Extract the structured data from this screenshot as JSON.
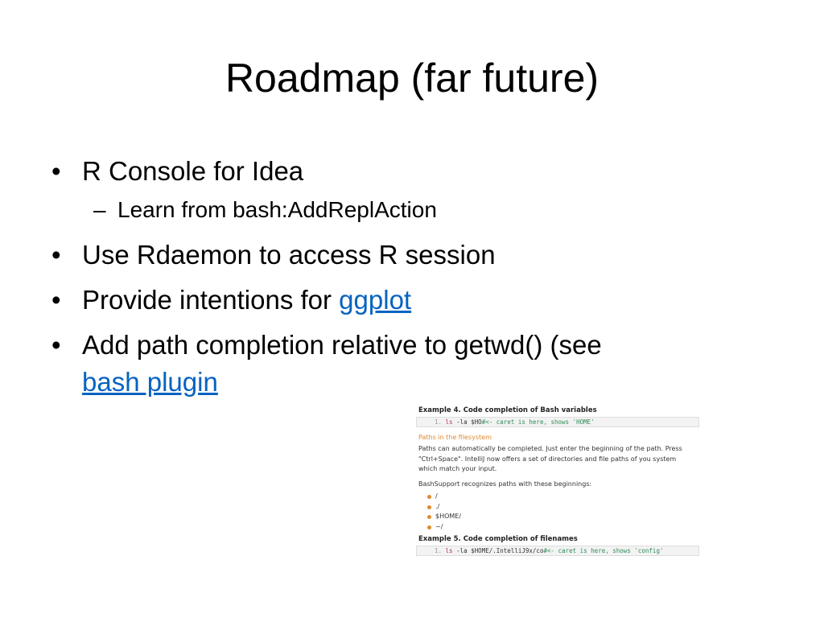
{
  "slide": {
    "title": "Roadmap (far future)",
    "bullet_glyph": "•",
    "sub_glyph": "–",
    "bullets": [
      {
        "text": "R Console for Idea",
        "sub": "Learn from bash:AddReplAction"
      },
      {
        "text": "Use Rdaemon to access R session"
      },
      {
        "text": "Provide intentions for ",
        "link": "ggplot"
      },
      {
        "text": "Add path completion relative to getwd() (see",
        "link": "bash plugin"
      }
    ],
    "link_color": "#0563c1"
  },
  "screenshot": {
    "example4_title": "Example 4. Code completion of Bash variables",
    "code1": {
      "line": "1.",
      "cmd": "ls",
      "args": "-la $HO",
      "comment": "#<- caret is here, shows 'HOME'"
    },
    "section_title": "Paths in the filesystem",
    "para1": "Paths can automatically be completed. Just enter the beginning of the path. Press \"Ctrl+Space\". IntelliJ now offers a set of directories and file paths of you system which match your input.",
    "para2": "BashSupport recognizes paths with these beginnings:",
    "paths": [
      "/",
      "./",
      "$HOME/",
      "~/"
    ],
    "example5_title": "Example 5. Code completion of filenames",
    "code2": {
      "line": "1.",
      "cmd": "ls",
      "args": "-la $HOME/.IntelliJ9x/co",
      "comment": "#<- caret is here, shows 'config'"
    }
  }
}
